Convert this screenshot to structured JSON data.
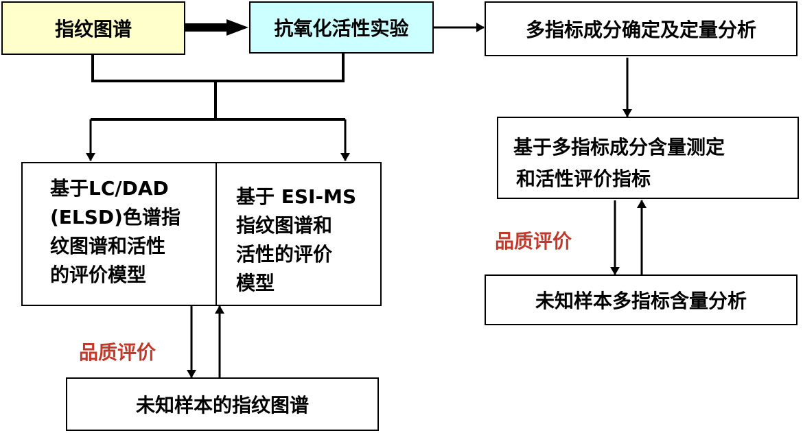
{
  "colors": {
    "fingerprint_fill": "#FFFFCC",
    "antioxidant_fill": "#CCFFFF",
    "line": "#000000",
    "quality_label": "#C0392B"
  },
  "nodes": {
    "fingerprint": "指纹图谱",
    "antioxidant_test": "抗氧化活性实验",
    "multi_index_quant": "多指标成分确定及定量分析",
    "lc_model": [
      "基于LC/DAD",
      "(ELSD)色谱指",
      "纹图谱和活性",
      "的评价模型"
    ],
    "esi_model": [
      "基于 ESI-MS",
      "指纹图谱和",
      "活性的评价",
      "模型"
    ],
    "content_index": [
      "基于多指标成分含量测定",
      "和活性评价指标"
    ],
    "unknown_fingerprint": "未知样本的指纹图谱",
    "unknown_multi_index": "未知样本多指标含量分析"
  },
  "labels": {
    "quality_eval_left": "品质评价",
    "quality_eval_right": "品质评价"
  }
}
